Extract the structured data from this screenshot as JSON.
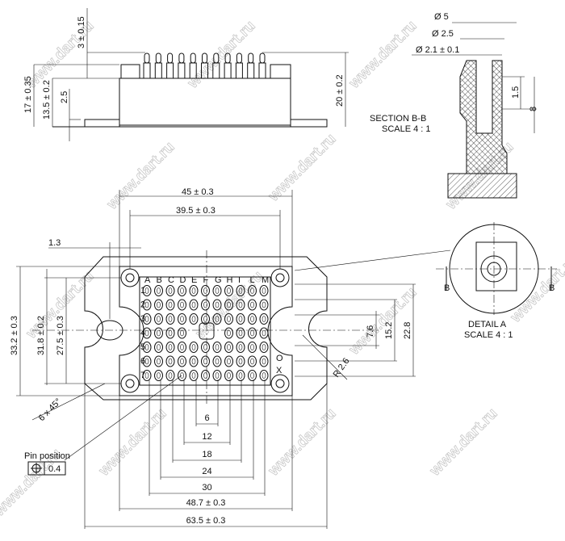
{
  "watermark": "www.dart.ru",
  "side_view": {
    "dims": {
      "pin_height": "3 ± 0.15",
      "total_height": "17 ± 0.35",
      "body_height": "13.5 ± 0.2",
      "flange": "2.5",
      "overall": "20 ± 0.2"
    }
  },
  "section": {
    "title": "SECTION B-B",
    "scale": "SCALE 4 : 1",
    "d5": "Ø 5",
    "d25": "Ø 2.5",
    "d21": "Ø 2.1 ± 0.1",
    "h15": "1.5",
    "h8": "8"
  },
  "detail": {
    "title": "DETAIL A",
    "scale": "SCALE 4 : 1",
    "arrow_label": "B"
  },
  "top_view": {
    "columns": [
      "A",
      "B",
      "C",
      "D",
      "E",
      "F",
      "G",
      "H",
      "I",
      "L",
      "M"
    ],
    "rows": [
      "1",
      "2",
      "3",
      "4",
      "5",
      "6",
      "7"
    ],
    "marks": [
      "O",
      "X"
    ],
    "dims": {
      "w45": "45 ± 0.3",
      "w395": "39.5 ± 0.3",
      "off13": "1.3",
      "h332": "33.2 ± 0.3",
      "h318": "31.8 ± 0.2",
      "h275": "27.5 ± 0.3",
      "v76": "7.6",
      "v152": "15.2",
      "v228": "22.8",
      "radius": "R 2.6",
      "chamfer": "6 x 45°",
      "p6": "6",
      "p12": "12",
      "p18": "18",
      "p24": "24",
      "p30": "30",
      "w487": "48.7 ± 0.3",
      "w635": "63.5 ± 0.3"
    },
    "pin_position": {
      "label": "Pin position",
      "tolerance": "0.4"
    }
  }
}
